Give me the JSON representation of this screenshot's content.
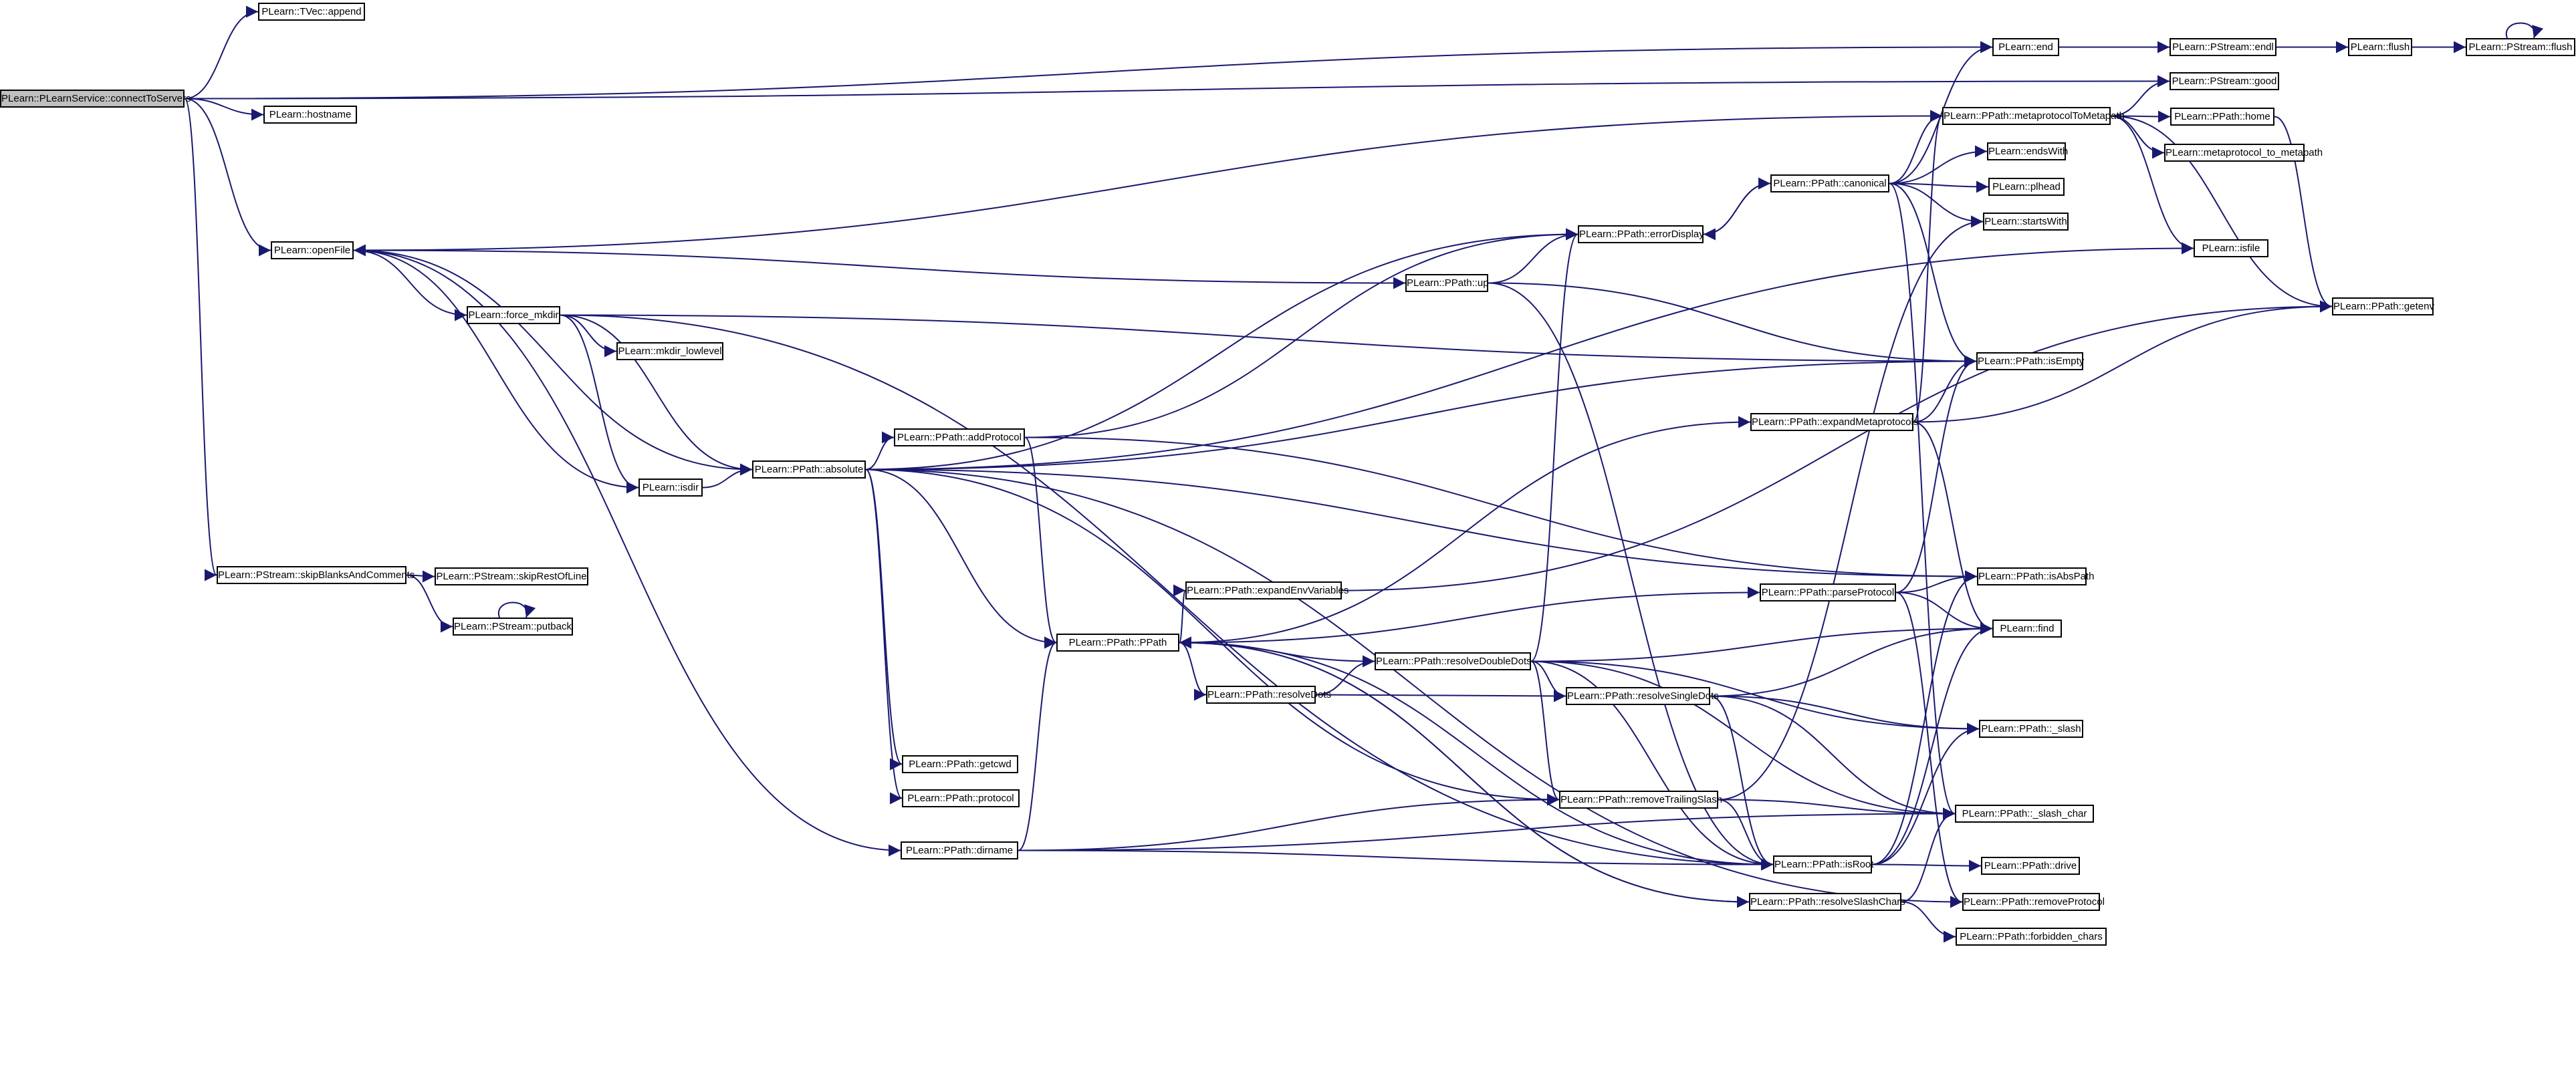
{
  "colors": {
    "edge": "#191970",
    "node_border": "#000000",
    "root_fill": "#bfbfbf",
    "node_fill": "#ffffff"
  },
  "nodes": [
    {
      "id": "connectToServers",
      "label": "PLearn::PLearnService::connectToServers"
    },
    {
      "id": "tvec_append",
      "label": "PLearn::TVec::append"
    },
    {
      "id": "end",
      "label": "PLearn::end"
    },
    {
      "id": "pstream_endl",
      "label": "PLearn::PStream::endl"
    },
    {
      "id": "flush",
      "label": "PLearn::flush"
    },
    {
      "id": "pstream_flush",
      "label": "PLearn::PStream::flush"
    },
    {
      "id": "pstream_good",
      "label": "PLearn::PStream::good"
    },
    {
      "id": "hostname",
      "label": "PLearn::hostname"
    },
    {
      "id": "metaprotocolToMetapath",
      "label": "PLearn::PPath::metaprotocolToMetapath"
    },
    {
      "id": "home",
      "label": "PLearn::PPath::home"
    },
    {
      "id": "metaprotocol_to_metapath",
      "label": "PLearn::metaprotocol_to_metapath"
    },
    {
      "id": "endsWith",
      "label": "PLearn::endsWith"
    },
    {
      "id": "canonical",
      "label": "PLearn::PPath::canonical"
    },
    {
      "id": "plhead",
      "label": "PLearn::plhead"
    },
    {
      "id": "startsWith",
      "label": "PLearn::startsWith"
    },
    {
      "id": "openFile",
      "label": "PLearn::openFile"
    },
    {
      "id": "errorDisplay",
      "label": "PLearn::PPath::errorDisplay"
    },
    {
      "id": "isfile",
      "label": "PLearn::isfile"
    },
    {
      "id": "up",
      "label": "PLearn::PPath::up"
    },
    {
      "id": "getenv",
      "label": "PLearn::PPath::getenv"
    },
    {
      "id": "force_mkdir",
      "label": "PLearn::force_mkdir"
    },
    {
      "id": "mkdir_lowlevel",
      "label": "PLearn::mkdir_lowlevel"
    },
    {
      "id": "isEmpty",
      "label": "PLearn::PPath::isEmpty"
    },
    {
      "id": "expandMetaprotocols",
      "label": "PLearn::PPath::expandMetaprotocols"
    },
    {
      "id": "addProtocol",
      "label": "PLearn::PPath::addProtocol"
    },
    {
      "id": "absolute",
      "label": "PLearn::PPath::absolute"
    },
    {
      "id": "isdir",
      "label": "PLearn::isdir"
    },
    {
      "id": "skipBlanksAndComments",
      "label": "PLearn::PStream::skipBlanksAndComments"
    },
    {
      "id": "skipRestOfLine",
      "label": "PLearn::PStream::skipRestOfLine"
    },
    {
      "id": "isAbsPath",
      "label": "PLearn::PPath::isAbsPath"
    },
    {
      "id": "expandEnvVariables",
      "label": "PLearn::PPath::expandEnvVariables"
    },
    {
      "id": "parseProtocol",
      "label": "PLearn::PPath::parseProtocol"
    },
    {
      "id": "putback",
      "label": "PLearn::PStream::putback"
    },
    {
      "id": "find",
      "label": "PLearn::find"
    },
    {
      "id": "pppath",
      "label": "PLearn::PPath::PPath"
    },
    {
      "id": "resolveDoubleDots",
      "label": "PLearn::PPath::resolveDoubleDots"
    },
    {
      "id": "resolveDots",
      "label": "PLearn::PPath::resolveDots"
    },
    {
      "id": "resolveSingleDots",
      "label": "PLearn::PPath::resolveSingleDots"
    },
    {
      "id": "slash",
      "label": "PLearn::PPath::_slash"
    },
    {
      "id": "getcwd",
      "label": "PLearn::PPath::getcwd"
    },
    {
      "id": "protocol",
      "label": "PLearn::PPath::protocol"
    },
    {
      "id": "removeTrailingSlash",
      "label": "PLearn::PPath::removeTrailingSlash"
    },
    {
      "id": "slash_char",
      "label": "PLearn::PPath::_slash_char"
    },
    {
      "id": "dirname",
      "label": "PLearn::PPath::dirname"
    },
    {
      "id": "isRoot",
      "label": "PLearn::PPath::isRoot"
    },
    {
      "id": "drive",
      "label": "PLearn::PPath::drive"
    },
    {
      "id": "resolveSlashChars",
      "label": "PLearn::PPath::resolveSlashChars"
    },
    {
      "id": "removeProtocol",
      "label": "PLearn::PPath::removeProtocol"
    },
    {
      "id": "forbidden_chars",
      "label": "PLearn::PPath::forbidden_chars"
    }
  ],
  "edges": [
    [
      "connectToServers",
      "tvec_append"
    ],
    [
      "connectToServers",
      "end"
    ],
    [
      "connectToServers",
      "pstream_good"
    ],
    [
      "connectToServers",
      "hostname"
    ],
    [
      "connectToServers",
      "openFile"
    ],
    [
      "connectToServers",
      "skipBlanksAndComments"
    ],
    [
      "end",
      "pstream_endl"
    ],
    [
      "pstream_endl",
      "flush"
    ],
    [
      "flush",
      "pstream_flush"
    ],
    [
      "pstream_flush",
      "pstream_flush"
    ],
    [
      "openFile",
      "force_mkdir"
    ],
    [
      "openFile",
      "isdir"
    ],
    [
      "openFile",
      "absolute"
    ],
    [
      "openFile",
      "up"
    ],
    [
      "openFile",
      "dirname"
    ],
    [
      "force_mkdir",
      "mkdir_lowlevel"
    ],
    [
      "force_mkdir",
      "isdir"
    ],
    [
      "force_mkdir",
      "absolute"
    ],
    [
      "force_mkdir",
      "isEmpty"
    ],
    [
      "force_mkdir",
      "isRoot"
    ],
    [
      "isdir",
      "absolute"
    ],
    [
      "absolute",
      "addProtocol"
    ],
    [
      "absolute",
      "pppath"
    ],
    [
      "absolute",
      "getcwd"
    ],
    [
      "absolute",
      "protocol"
    ],
    [
      "absolute",
      "isAbsPath"
    ],
    [
      "absolute",
      "isEmpty"
    ],
    [
      "absolute",
      "errorDisplay"
    ],
    [
      "absolute",
      "isfile"
    ],
    [
      "absolute",
      "removeTrailingSlash"
    ],
    [
      "absolute",
      "removeProtocol"
    ],
    [
      "addProtocol",
      "errorDisplay"
    ],
    [
      "addProtocol",
      "pppath"
    ],
    [
      "addProtocol",
      "isAbsPath"
    ],
    [
      "up",
      "errorDisplay"
    ],
    [
      "up",
      "isEmpty"
    ],
    [
      "up",
      "isRoot"
    ],
    [
      "errorDisplay",
      "canonical"
    ],
    [
      "canonical",
      "end"
    ],
    [
      "canonical",
      "metaprotocolToMetapath"
    ],
    [
      "canonical",
      "endsWith"
    ],
    [
      "canonical",
      "plhead"
    ],
    [
      "canonical",
      "startsWith"
    ],
    [
      "canonical",
      "isEmpty"
    ],
    [
      "canonical",
      "slash_char"
    ],
    [
      "canonical",
      "errorDisplay"
    ],
    [
      "metaprotocolToMetapath",
      "pstream_good"
    ],
    [
      "metaprotocolToMetapath",
      "home"
    ],
    [
      "metaprotocolToMetapath",
      "metaprotocol_to_metapath"
    ],
    [
      "metaprotocolToMetapath",
      "isfile"
    ],
    [
      "metaprotocolToMetapath",
      "getenv"
    ],
    [
      "metaprotocolToMetapath",
      "openFile"
    ],
    [
      "home",
      "getenv"
    ],
    [
      "expandMetaprotocols",
      "getenv"
    ],
    [
      "expandMetaprotocols",
      "isEmpty"
    ],
    [
      "expandMetaprotocols",
      "find"
    ],
    [
      "expandMetaprotocols",
      "metaprotocolToMetapath"
    ],
    [
      "skipBlanksAndComments",
      "skipRestOfLine"
    ],
    [
      "skipBlanksAndComments",
      "putback"
    ],
    [
      "putback",
      "putback"
    ],
    [
      "pppath",
      "expandEnvVariables"
    ],
    [
      "pppath",
      "parseProtocol"
    ],
    [
      "pppath",
      "resolveDots"
    ],
    [
      "pppath",
      "expandMetaprotocols"
    ],
    [
      "pppath",
      "resolveSlashChars"
    ],
    [
      "expandEnvVariables",
      "getenv"
    ],
    [
      "parseProtocol",
      "isEmpty"
    ],
    [
      "parseProtocol",
      "find"
    ],
    [
      "parseProtocol",
      "isAbsPath"
    ],
    [
      "parseProtocol",
      "removeProtocol"
    ],
    [
      "resolveDots",
      "resolveDoubleDots"
    ],
    [
      "resolveDots",
      "resolveSingleDots"
    ],
    [
      "resolveDoubleDots",
      "find"
    ],
    [
      "resolveDoubleDots",
      "resolveSingleDots"
    ],
    [
      "resolveDoubleDots",
      "slash"
    ],
    [
      "resolveDoubleDots",
      "slash_char"
    ],
    [
      "resolveDoubleDots",
      "isRoot"
    ],
    [
      "resolveDoubleDots",
      "pppath"
    ],
    [
      "resolveDoubleDots",
      "errorDisplay"
    ],
    [
      "resolveDoubleDots",
      "removeTrailingSlash"
    ],
    [
      "resolveSingleDots",
      "find"
    ],
    [
      "resolveSingleDots",
      "slash"
    ],
    [
      "resolveSingleDots",
      "slash_char"
    ],
    [
      "resolveSingleDots",
      "isRoot"
    ],
    [
      "removeTrailingSlash",
      "isRoot"
    ],
    [
      "removeTrailingSlash",
      "slash_char"
    ],
    [
      "removeTrailingSlash",
      "startsWith"
    ],
    [
      "dirname",
      "pppath"
    ],
    [
      "dirname",
      "removeTrailingSlash"
    ],
    [
      "dirname",
      "isRoot"
    ],
    [
      "dirname",
      "slash_char"
    ],
    [
      "isRoot",
      "find"
    ],
    [
      "isRoot",
      "isAbsPath"
    ],
    [
      "isRoot",
      "drive"
    ],
    [
      "isRoot",
      "slash"
    ],
    [
      "isRoot",
      "pppath"
    ],
    [
      "resolveSlashChars",
      "slash_char"
    ],
    [
      "resolveSlashChars",
      "forbidden_chars"
    ],
    [
      "resolveSlashChars",
      "pppath"
    ]
  ]
}
